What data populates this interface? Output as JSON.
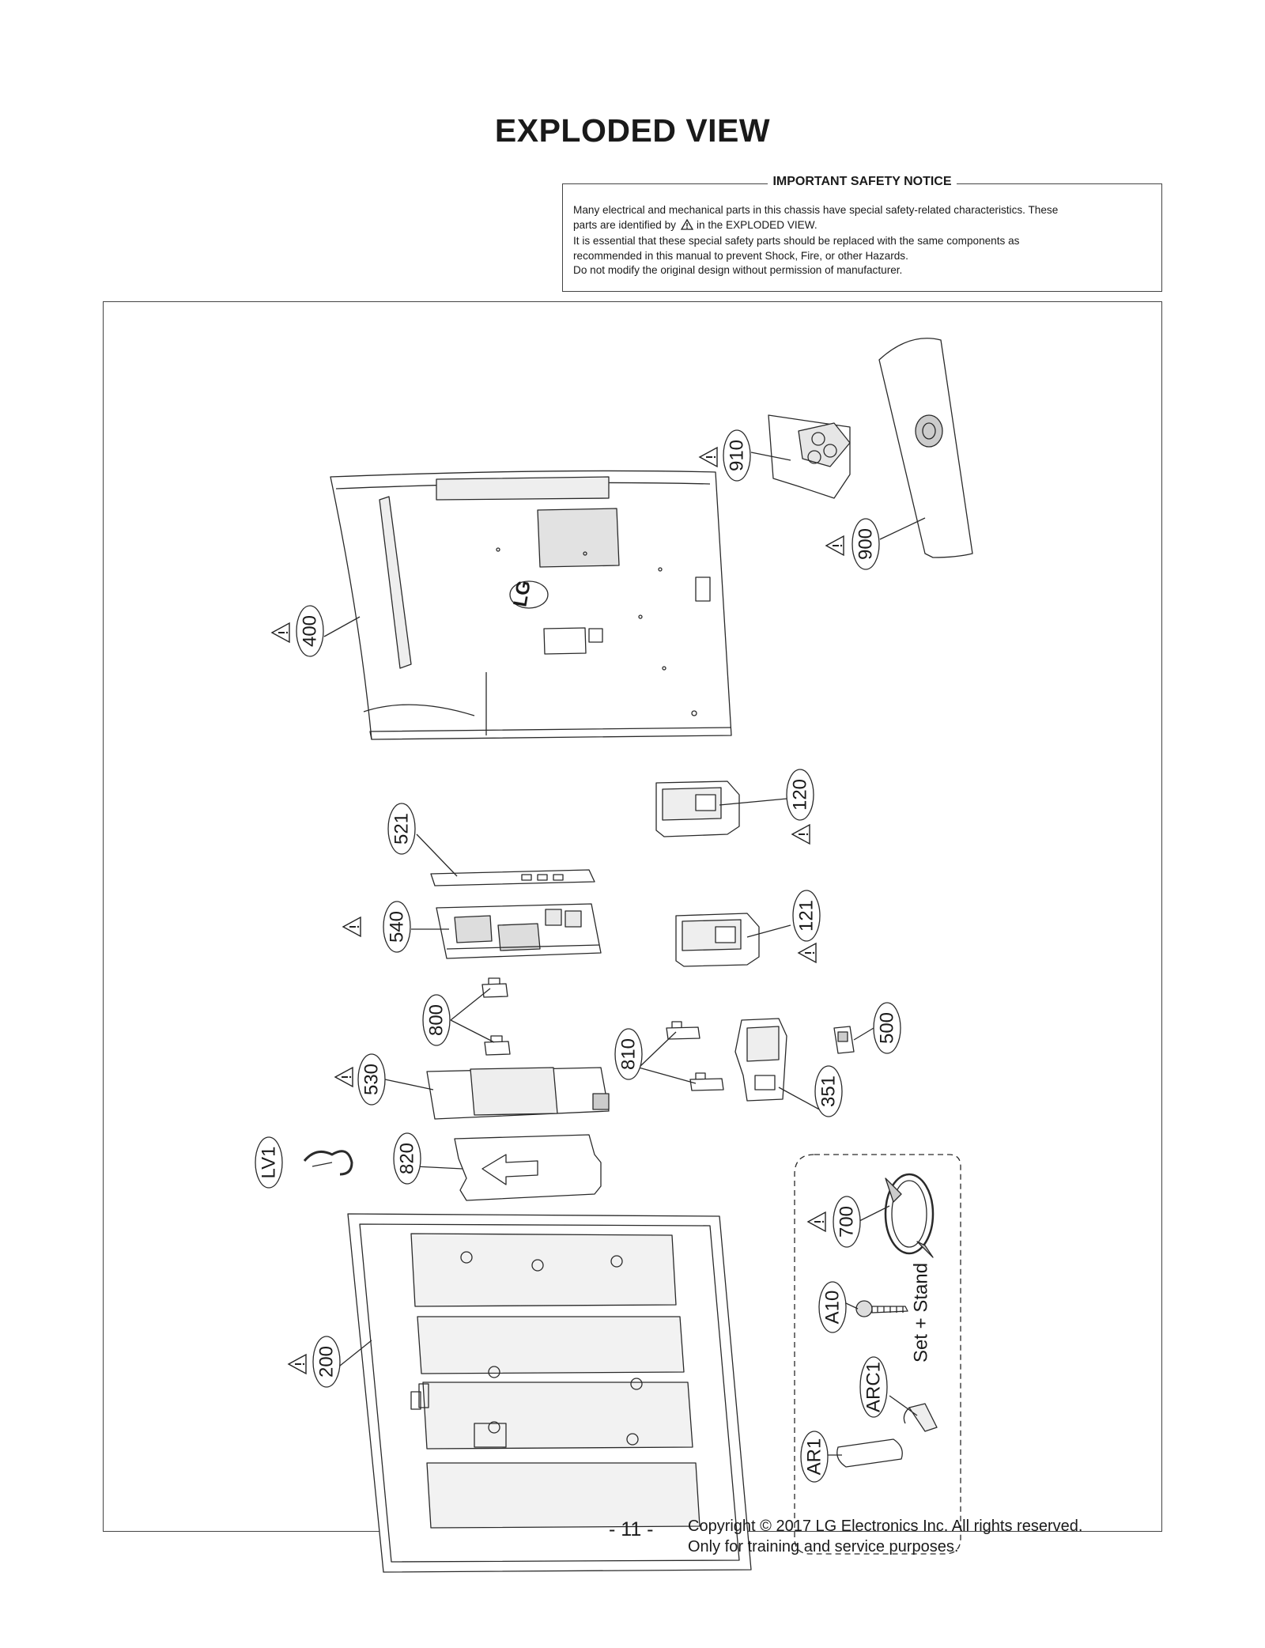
{
  "page": {
    "title": "EXPLODED VIEW",
    "page_number": "- 11 -",
    "copyright_line1": "Copyright © 2017 LG Electronics Inc. All rights reserved.",
    "copyright_line2": "Only for training and service purposes."
  },
  "notice": {
    "heading": "IMPORTANT SAFETY NOTICE",
    "line1": "Many electrical and mechanical parts in this chassis have special safety-related characteristics. These",
    "line2_prefix": "parts are identified by",
    "line2_suffix": "in the EXPLODED VIEW.",
    "line3": "It is essential that these special safety parts should be replaced with the same components as",
    "line4": "recommended in this manual to prevent Shock, Fire, or other Hazards.",
    "line5": "Do not modify the original design without permission of manufacturer."
  },
  "diagram": {
    "logo_text": "LG",
    "accessory_note": "Set + Stand",
    "parts": [
      "910",
      "900",
      "400",
      "120",
      "521",
      "540",
      "121",
      "800",
      "500",
      "810",
      "530",
      "351",
      "LV1",
      "820",
      "700",
      "A10",
      "200",
      "ARC1",
      "AR1"
    ],
    "safety_marked_parts": [
      "910",
      "900",
      "400",
      "120",
      "540",
      "121",
      "530",
      "700",
      "200"
    ]
  },
  "colors": {
    "line": "#2a2a2a",
    "fill": "#ffffff",
    "shade": "#d8d8d8"
  }
}
